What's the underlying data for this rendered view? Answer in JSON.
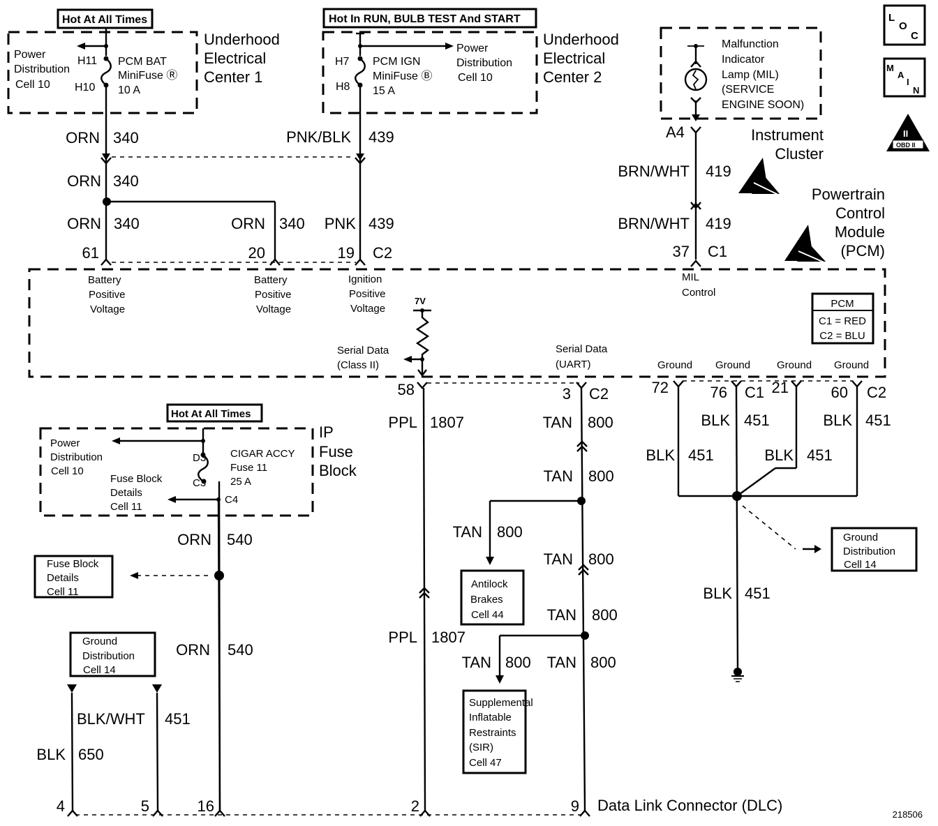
{
  "title": "PCM Power, Ground, MIL and Serial Data Wiring Schematic",
  "figure_id": "218506",
  "nav_icons": {
    "loc": [
      "L",
      "O",
      "C"
    ],
    "main": [
      "M",
      "A",
      "I",
      "N"
    ],
    "obd": {
      "roman": "II",
      "label": "OBD II"
    }
  },
  "uec1": {
    "hot_label": "Hot At All Times",
    "name": [
      "Underhood",
      "Electrical",
      "Center 1"
    ],
    "power_ref": [
      "Power",
      "Distribution",
      "Cell 10"
    ],
    "pin_top": "H11",
    "pin_bottom": "H10",
    "fuse": [
      "PCM BAT",
      "MiniFuse Ⓡ",
      "10 A"
    ]
  },
  "uec2": {
    "hot_label": "Hot In RUN, BULB TEST And START",
    "name": [
      "Underhood",
      "Electrical",
      "Center 2"
    ],
    "power_ref": [
      "Power",
      "Distribution",
      "Cell 10"
    ],
    "pin_top": "H7",
    "pin_bottom": "H8",
    "fuse": [
      "PCM IGN",
      "MiniFuse Ⓑ",
      "15 A"
    ]
  },
  "instrument_cluster": {
    "lamp": [
      "Malfunction",
      "Indicator",
      "Lamp (MIL)",
      "(SERVICE",
      "ENGINE SOON)"
    ],
    "name": [
      "Instrument",
      "Cluster"
    ],
    "pin": "A4"
  },
  "pcm": {
    "name": [
      "Powertrain",
      "Control",
      "Module",
      "(PCM)"
    ],
    "connector_legend": {
      "title": "PCM",
      "rows": [
        "C1 = RED",
        "C2 = BLU"
      ]
    },
    "inputs": [
      {
        "pin": "61",
        "conn": "",
        "label": [
          "Battery",
          "Positive",
          "Voltage"
        ]
      },
      {
        "pin": "20",
        "conn": "",
        "label": [
          "Battery",
          "Positive",
          "Voltage"
        ]
      },
      {
        "pin": "19",
        "conn": "C2",
        "label": [
          "Ignition",
          "Positive",
          "Voltage"
        ]
      },
      {
        "pin": "37",
        "conn": "C1",
        "label": [
          "MIL",
          "Control"
        ]
      }
    ],
    "pullup_voltage": "7V",
    "serial_class2": [
      "Serial Data",
      "(Class II)"
    ],
    "serial_uart": [
      "Serial Data",
      "(UART)"
    ],
    "grounds": [
      "Ground",
      "Ground",
      "Ground",
      "Ground"
    ],
    "outputs": [
      {
        "pin": "58",
        "conn": ""
      },
      {
        "pin": "3",
        "conn": "C2"
      },
      {
        "pin": "72",
        "conn": ""
      },
      {
        "pin": "76",
        "conn": "C1"
      },
      {
        "pin": "21",
        "conn": ""
      },
      {
        "pin": "60",
        "conn": "C2"
      }
    ]
  },
  "wires": {
    "orn340": {
      "color": "ORN",
      "circuit": "340"
    },
    "pnkblk439": {
      "color": "PNK/BLK",
      "circuit": "439"
    },
    "pnk439": {
      "color": "PNK",
      "circuit": "439"
    },
    "brnwht419": {
      "color": "BRN/WHT",
      "circuit": "419"
    },
    "orn540": {
      "color": "ORN",
      "circuit": "540"
    },
    "ppl1807": {
      "color": "PPL",
      "circuit": "1807"
    },
    "tan800": {
      "color": "TAN",
      "circuit": "800"
    },
    "blk451": {
      "color": "BLK",
      "circuit": "451"
    },
    "blkwht451": {
      "color": "BLK/WHT",
      "circuit": "451"
    },
    "blk650": {
      "color": "BLK",
      "circuit": "650"
    }
  },
  "ip_fuse_block": {
    "hot_label": "Hot At All Times",
    "name": [
      "IP",
      "Fuse",
      "Block"
    ],
    "power_ref": [
      "Power",
      "Distribution",
      "Cell 10"
    ],
    "details_ref": [
      "Fuse Block",
      "Details",
      "Cell 11"
    ],
    "pin_top": "D3",
    "pin_bottom": "C3",
    "pin_tap": "C4",
    "fuse": [
      "CIGAR ACCY",
      "Fuse 11",
      "25 A"
    ]
  },
  "refs": {
    "fuse_block_details": [
      "Fuse Block",
      "Details",
      "Cell 11"
    ],
    "ground_dist_left": [
      "Ground",
      "Distribution",
      "Cell 14"
    ],
    "ground_dist_right": [
      "Ground",
      "Distribution",
      "Cell 14"
    ],
    "antilock": [
      "Antilock",
      "Brakes",
      "Cell 44"
    ],
    "sir": [
      "Supplemental",
      "Inflatable",
      "Restraints",
      "(SIR)",
      "Cell 47"
    ]
  },
  "dlc": {
    "name": "Data Link Connector (DLC)",
    "pins": [
      "4",
      "5",
      "16",
      "2",
      "9"
    ]
  }
}
